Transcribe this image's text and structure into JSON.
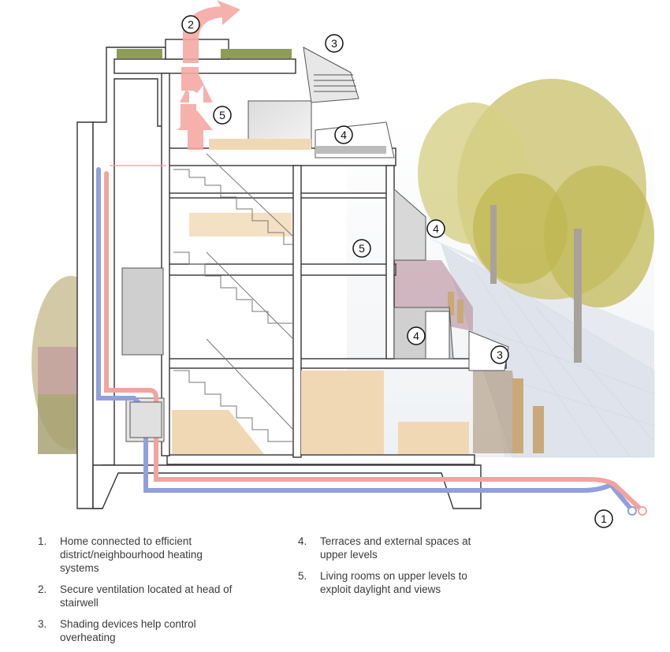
{
  "callouts": [
    {
      "num": "1"
    },
    {
      "num": "2"
    },
    {
      "num": "3"
    },
    {
      "num": "3"
    },
    {
      "num": "4"
    },
    {
      "num": "4"
    },
    {
      "num": "4"
    },
    {
      "num": "5"
    },
    {
      "num": "5"
    }
  ],
  "legend": [
    {
      "num": "1.",
      "text": "Home connected to efficient district/neighbourhood heating systems"
    },
    {
      "num": "2.",
      "text": "Secure ventilation located at head of stairwell"
    },
    {
      "num": "3.",
      "text": "Shading devices help control overheating"
    },
    {
      "num": "4.",
      "text": "Terraces and external spaces at upper levels"
    },
    {
      "num": "5.",
      "text": "Living rooms on upper levels to exploit daylight and views"
    }
  ],
  "colors": {
    "hot_pipe": "#f2a3a0",
    "cold_pipe": "#8fa0dc",
    "ventilation": "#f6a9a4",
    "floor_wood": "#f1d8b4",
    "planting": "#b88a9a",
    "tree": "#c8c05a",
    "pavement": "#dfe4ec"
  }
}
